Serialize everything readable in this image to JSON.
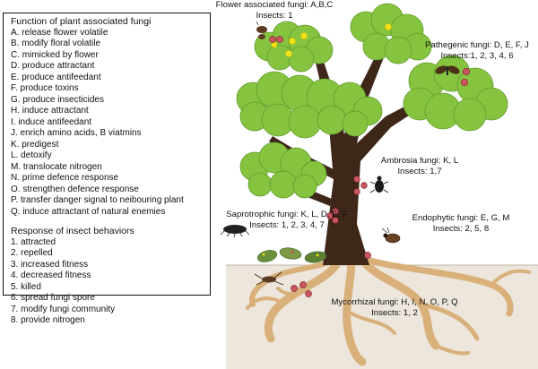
{
  "legend": {
    "functions_title": "Function of plant associated fungi",
    "functions": [
      "A. release flower volatile",
      "B. modify floral volatile",
      "C. mimicked by flower",
      "D. produce attractant",
      "E. produce antifeedant",
      "F. produce toxins",
      "G. produce insecticides",
      "H. induce attractant",
      "I.  induce antifeedant",
      "J.  enrich amino acids, B viatmins",
      "K. predigest",
      "L. detoxify",
      "M. translocate nitrogen",
      "N. prime  defence response",
      "O. strengthen defence response",
      "P. transfer danger signal to neibouring plant",
      "Q. induce attractant of natural enemies"
    ],
    "responses_title": "Response of insect behaviors",
    "responses": [
      "1. attracted",
      "2. repelled",
      "3. increased fitness",
      "4. decreased fitness",
      "5. killed",
      "6. spread fungi spore",
      "7. modify fungi community",
      "8. provide nitrogen"
    ]
  },
  "labels": {
    "flower": {
      "line1": "Flower associated fungi:  A,B,C",
      "line2": "Insects: 1"
    },
    "pathogenic": {
      "line1": "Pathegenic fungi: D, E, F, J",
      "line2": "Insects:1, 2, 3, 4, 6"
    },
    "ambrosia": {
      "line1": "Ambrosia fungi: K, L",
      "line2": "Insects: 1,7"
    },
    "saprotrophic": {
      "line1": "Saprotrophic fungi: K, L, D, E, F",
      "line2": "Insects: 1, 2, 3, 4, 7"
    },
    "endophytic": {
      "line1": "Endophytic fungi: E, G, M",
      "line2": "Insects:  2, 5, 8"
    },
    "mycorrhizal": {
      "line1": "Mycorrhizal fungi: H, I, N, O, P, Q",
      "line2": "Insects: 1, 2"
    }
  },
  "colors": {
    "foliage": "#86c440",
    "foliage_edge": "#5f9a2a",
    "trunk": "#3e2618",
    "soil": "#ece6dc",
    "root": "#d9b07a",
    "fungi": "#c9555e",
    "flower": "#f2e21a"
  }
}
